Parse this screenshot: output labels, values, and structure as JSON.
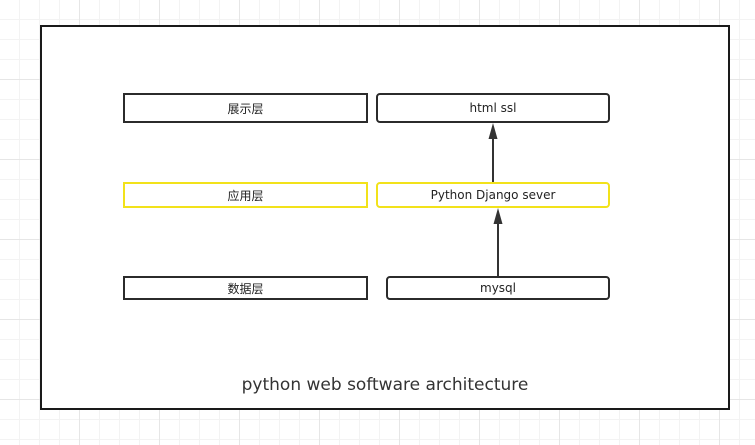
{
  "diagram": {
    "caption": "python web software architecture",
    "layers": [
      {
        "label": "展示层",
        "tech": "html ssl"
      },
      {
        "label": "应用层",
        "tech": "Python Django sever",
        "highlight": true
      },
      {
        "label": "数据层",
        "tech": "mysql"
      }
    ],
    "edges": [
      {
        "from": "mysql",
        "to": "Python Django sever"
      },
      {
        "from": "Python Django sever",
        "to": "html ssl"
      }
    ],
    "colors": {
      "border": "#2b2b2b",
      "highlight": "#f2e21a",
      "arrow": "#333333"
    }
  }
}
